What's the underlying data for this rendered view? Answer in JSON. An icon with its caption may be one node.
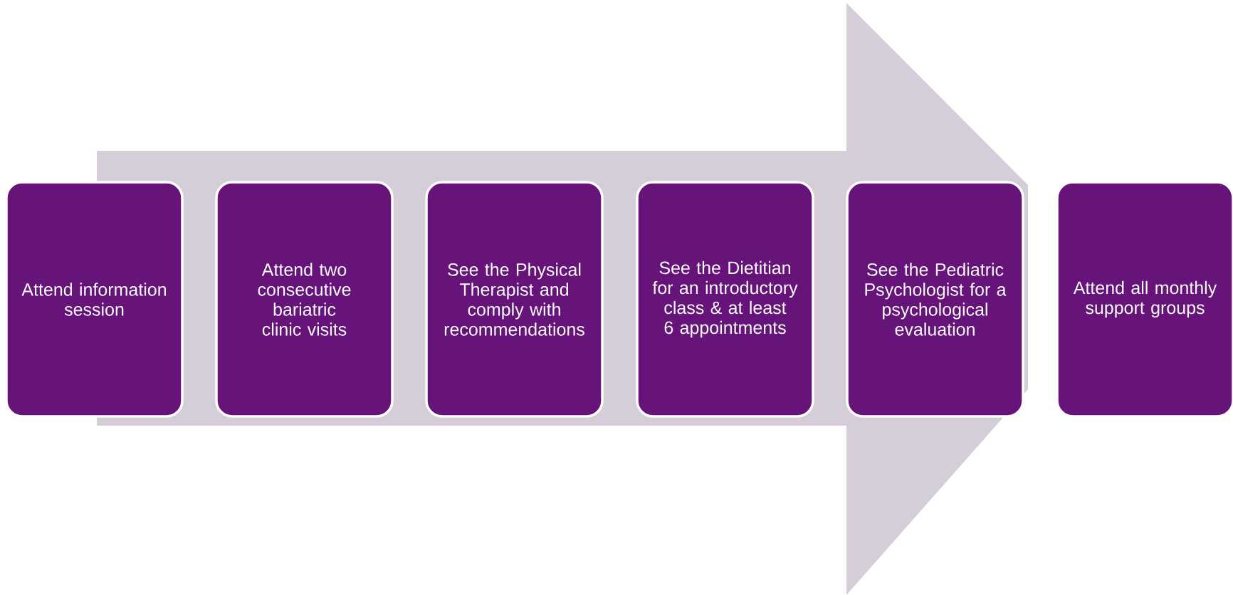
{
  "diagram": {
    "nodes": [
      {
        "text": [
          "Attend information session"
        ]
      },
      {
        "text": [
          "Attend two consecutive bariatric clinic visits"
        ]
      },
      {
        "text": [
          "See the Physical Therapist and comply with recommendations"
        ]
      },
      {
        "text": [
          "See the Dietitian for an introductory class & at least 6 appointments"
        ]
      },
      {
        "text": [
          "See the Pediatric Psychologist for a psychological evaluation"
        ]
      },
      {
        "text": [
          "Attend all monthly support groups"
        ]
      }
    ]
  }
}
